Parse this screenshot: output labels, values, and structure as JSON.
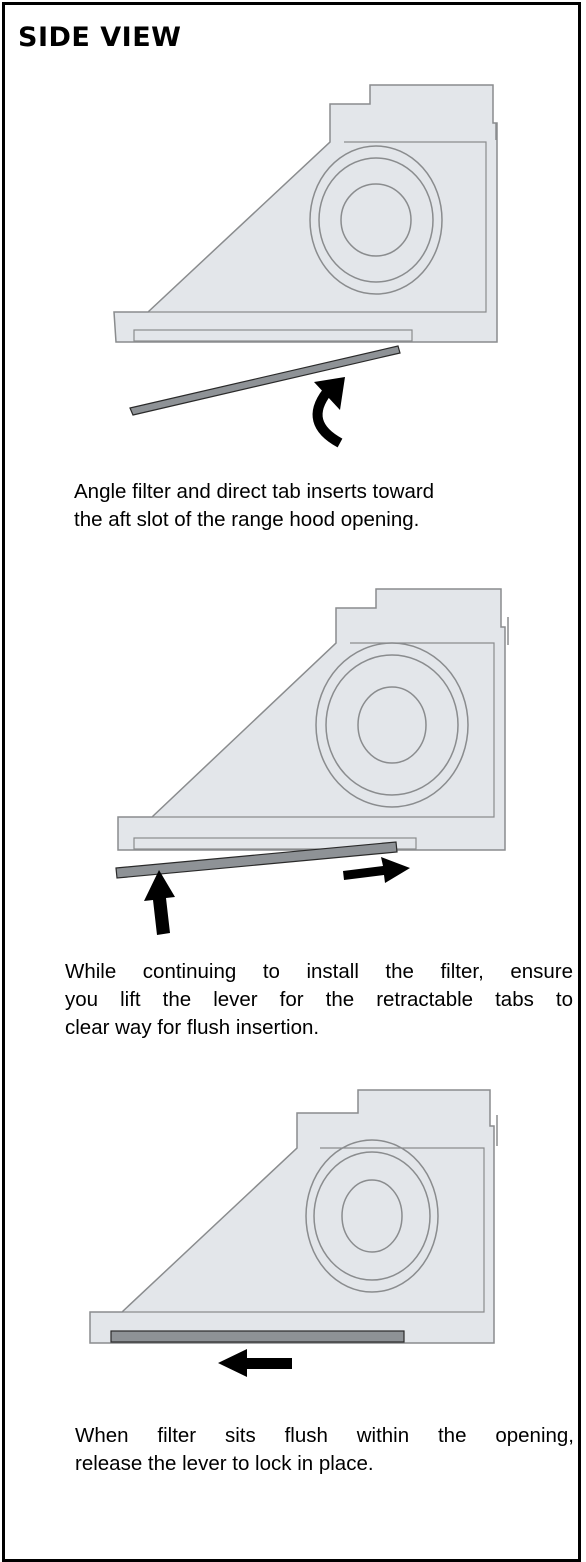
{
  "title": "SIDE VIEW",
  "colors": {
    "housing_fill": "#e3e6ea",
    "housing_stroke": "#8a8c8e",
    "filter_fill": "#8e9296",
    "filter_stroke": "#2a2a2a",
    "arrow": "#000000"
  },
  "steps": [
    {
      "figure": "filter-angled-curved-arrow",
      "caption_lines": [
        "Angle filter and direct tab inserts toward",
        "the aft slot of the range hood opening."
      ]
    },
    {
      "figure": "filter-lift-and-push",
      "caption_lines": [
        "While continuing to install the filter, ensure",
        "you lift the lever for the retractable tabs to",
        "clear way for flush insertion."
      ]
    },
    {
      "figure": "filter-flush-slide-left",
      "caption_lines": [
        "When filter sits flush within the opening,",
        "release the lever to lock in place."
      ]
    }
  ]
}
